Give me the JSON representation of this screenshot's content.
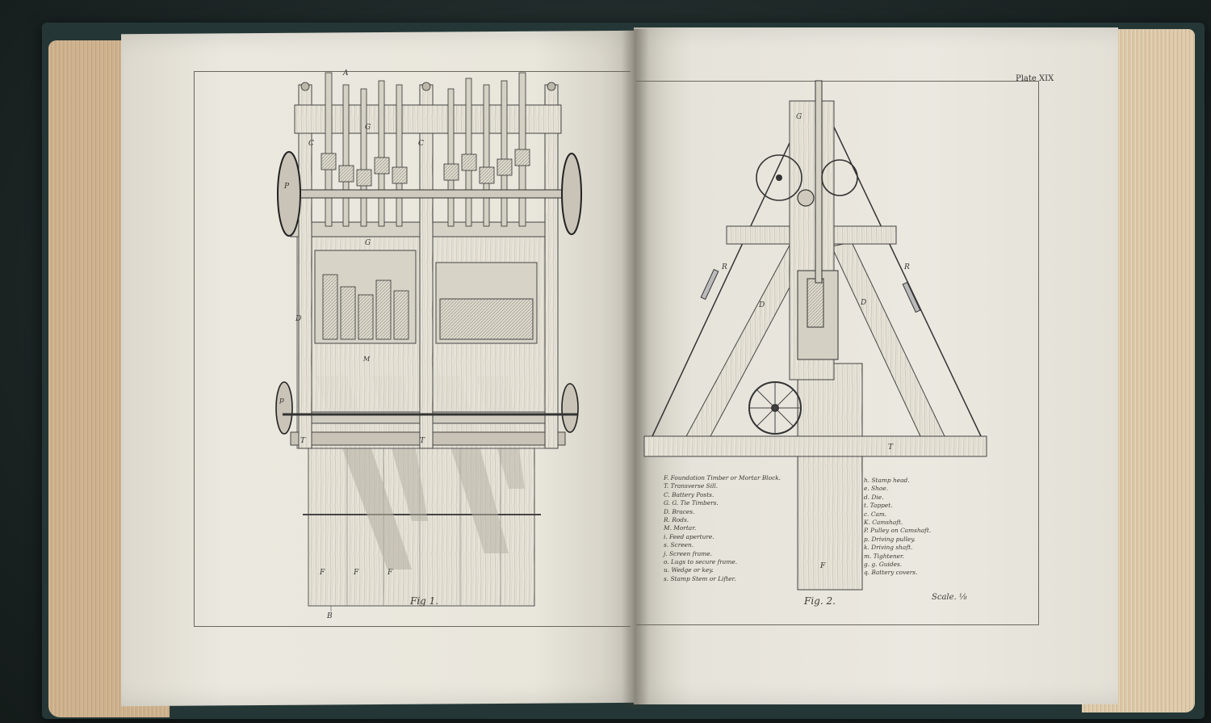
{
  "plate": {
    "number": "Plate XIX"
  },
  "figures": {
    "fig1": {
      "label": "Fig 1.",
      "letters": {
        "A": "A",
        "B": "B",
        "G": "G",
        "C": "C",
        "P": "P",
        "D": "D",
        "M": "M",
        "T": "T",
        "F": "F",
        "p": "p"
      }
    },
    "fig2": {
      "label": "Fig. 2.",
      "letters": {
        "G": "G",
        "R": "R",
        "D": "D",
        "T": "T",
        "F": "F"
      }
    }
  },
  "scale": {
    "label": "Scale. ⅛"
  },
  "legend": {
    "left": [
      "F. Foundation Timber or Mortar Block.",
      "T. Transverse Sill.",
      "C. Battery Posts.",
      "G. G. Tie Timbers.",
      "D. Braces.",
      "R. Rods.",
      "M. Mortar.",
      "i. Feed aperture.",
      "s. Screen.",
      "j. Screen frame.",
      "o. Lugs to secure frame.",
      "u. Wedge or key.",
      "s. Stamp Stem or Lifter."
    ],
    "right": [
      "h. Stamp head.",
      "e. Shoe.",
      "d. Die.",
      "t. Tappet.",
      "c. Cam.",
      "K. Camshaft.",
      "P. Pulley on Camshaft.",
      "p. Driving pulley.",
      "k. Driving shaft.",
      "m. Tightener.",
      "g. g. Guides.",
      "q. Battery covers."
    ]
  },
  "colors": {
    "paper": "#ebe8df",
    "ink": "#3e3a33",
    "cover": "#243736",
    "page_edge": "#d9c2a1"
  }
}
